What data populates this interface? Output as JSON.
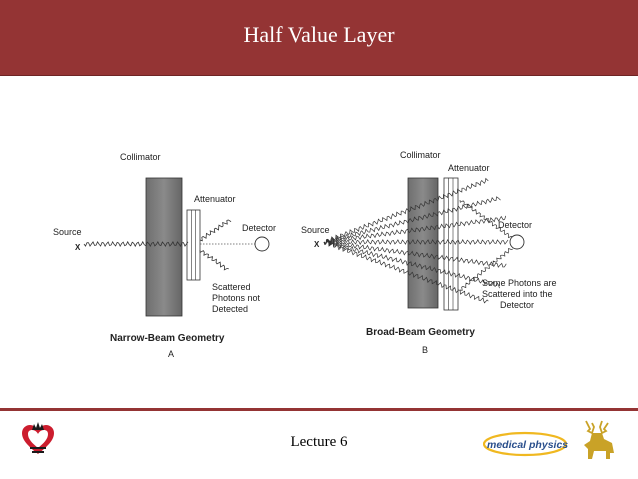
{
  "slide": {
    "title": "Half Value Layer",
    "footer_text": "Lecture 6",
    "accent_color": "#943434"
  },
  "figure": {
    "narrow": {
      "collimator": "Collimator",
      "attenuator": "Attenuator",
      "source": "Source",
      "source_mark": "X",
      "detector": "Detector",
      "scattered_lines": [
        "Scattered",
        "Photons not",
        "Detected"
      ],
      "caption": "Narrow-Beam Geometry",
      "letter": "A"
    },
    "broad": {
      "collimator": "Collimator",
      "attenuator": "Attenuator",
      "source": "Source",
      "source_mark": "X",
      "detector": "Detector",
      "scattered_lines": [
        "Some Photons are",
        "Scattered into the",
        "Detector"
      ],
      "caption": "Broad-Beam Geometry",
      "letter": "B"
    }
  },
  "logos": {
    "left_icon": "heart-crown-logo",
    "medical_physics_text": "medical physics",
    "right_icon": "deer-logo"
  }
}
